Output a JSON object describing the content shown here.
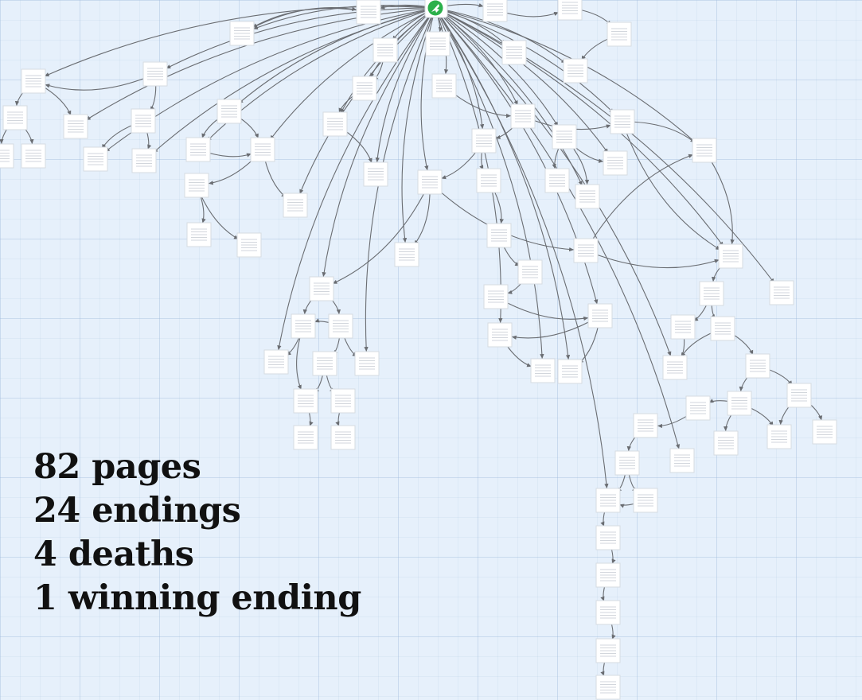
{
  "stats": {
    "pages": "82 pages",
    "endings": "24 endings",
    "deaths": "4 deaths",
    "winning": "1 winning ending"
  },
  "colors": {
    "background": "#e6f0fb",
    "card": "#ffffff",
    "start_badge": "#2bb04a",
    "arrow": "#6a6d72"
  },
  "icons": {
    "start": "rocket-icon",
    "page": "page-lines-icon"
  }
}
